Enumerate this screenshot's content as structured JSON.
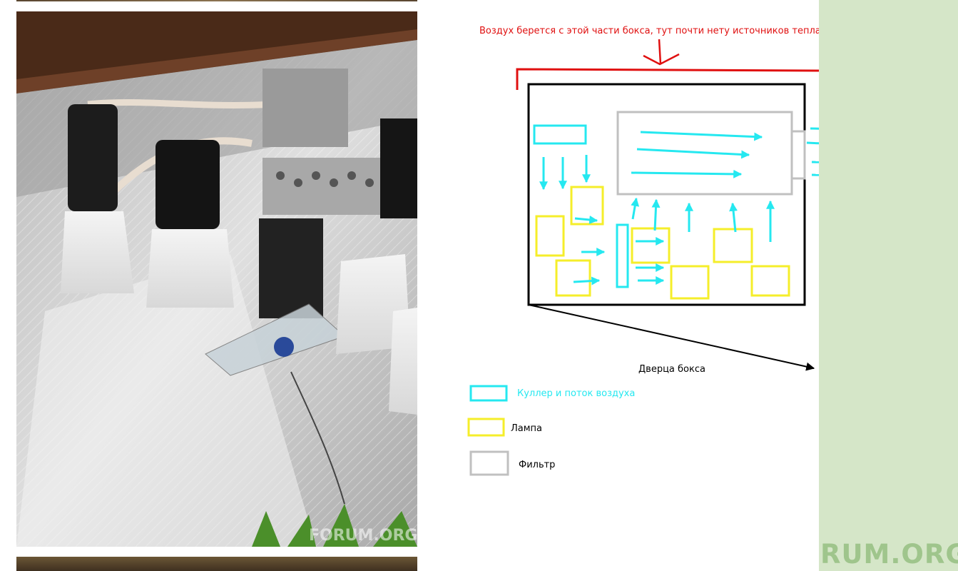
{
  "diagram": {
    "intake_note": "Воздух берется  с этой части бокса, тут почти нету источников тепла",
    "door_label": "Дверца бокса"
  },
  "legend": {
    "cooler": "Куллер и поток воздуха",
    "lamp": "Лампа",
    "filter": "Фильтр"
  },
  "watermarks": {
    "site": "RUM.ORG",
    "photo": "FORUM.ORG"
  },
  "colors": {
    "cooler": "#25e8f0",
    "lamp": "#f5ee2a",
    "filter": "#c0c0c0",
    "note": "#e01010",
    "sidebar": "#d5e6c8"
  }
}
